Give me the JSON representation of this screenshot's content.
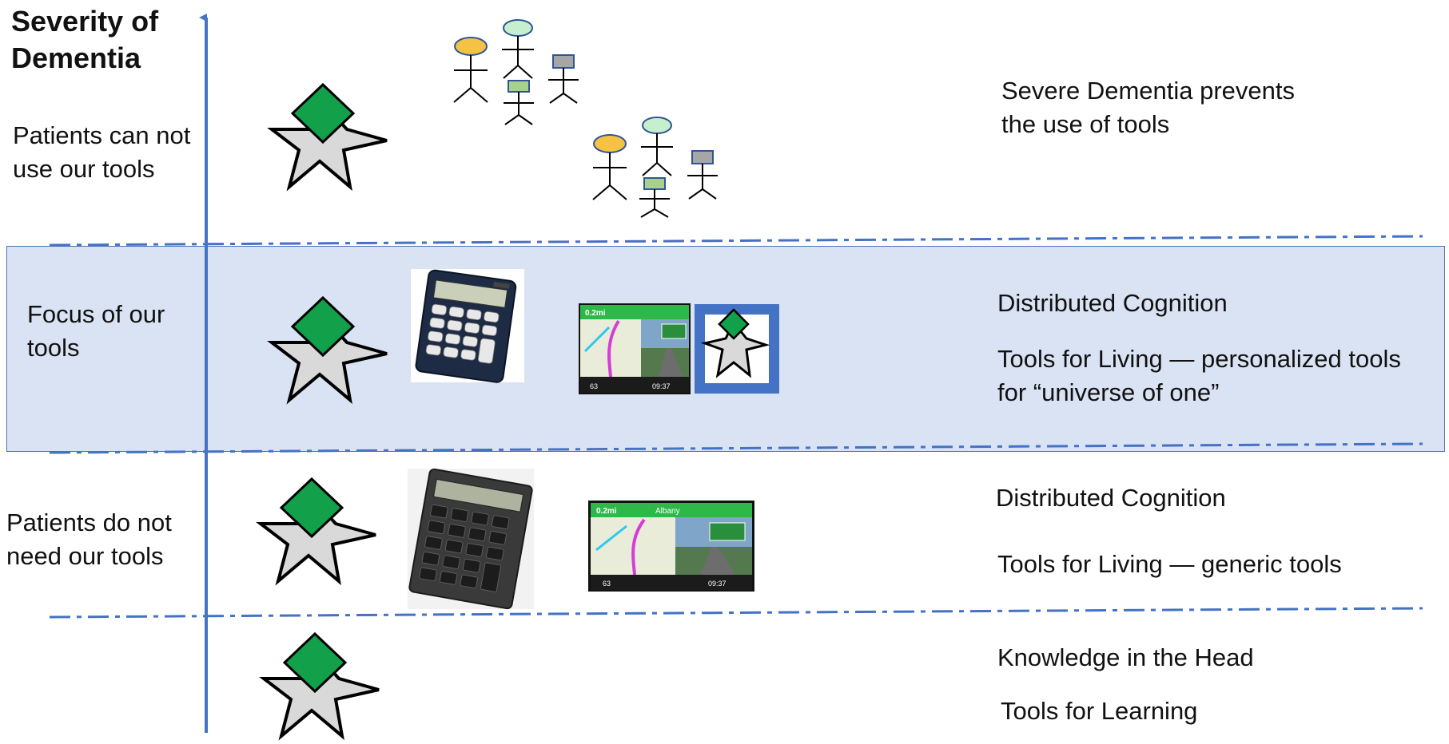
{
  "axis": {
    "title_line1": "Severity of",
    "title_line2": "Dementia"
  },
  "bands": {
    "severe": {
      "left_line1": "Patients can not",
      "left_line2": "use our tools",
      "right_line1": "Severe Dementia prevents",
      "right_line2": "the use of tools"
    },
    "focus": {
      "left_line1": "Focus of our",
      "left_line2": "tools",
      "right_heading": "Distributed Cognition",
      "right_line1": "Tools for Living — personalized  tools",
      "right_line2": "for “universe of one”"
    },
    "mild": {
      "left_line1": "Patients do not",
      "left_line2": "need our tools",
      "right_heading": "Distributed Cognition",
      "right_line1": "Tools for Living — generic tools"
    },
    "healthy": {
      "right_heading": "Knowledge in the Head",
      "right_line1": "Tools for Learning"
    }
  },
  "gps_screen": {
    "distance": "0.2mi",
    "road": "Albany",
    "speed": "63",
    "time": "09:37"
  },
  "colors": {
    "axis_blue": "#4472c4",
    "band_fill": "#dae3f3",
    "diamond_green": "#12a04a",
    "star_gray": "#d9d9d9",
    "head_yellow": "#f5c243",
    "head_mint": "#c6efce",
    "head_gray": "#a6a6a6",
    "head_green": "#a9d18e"
  }
}
